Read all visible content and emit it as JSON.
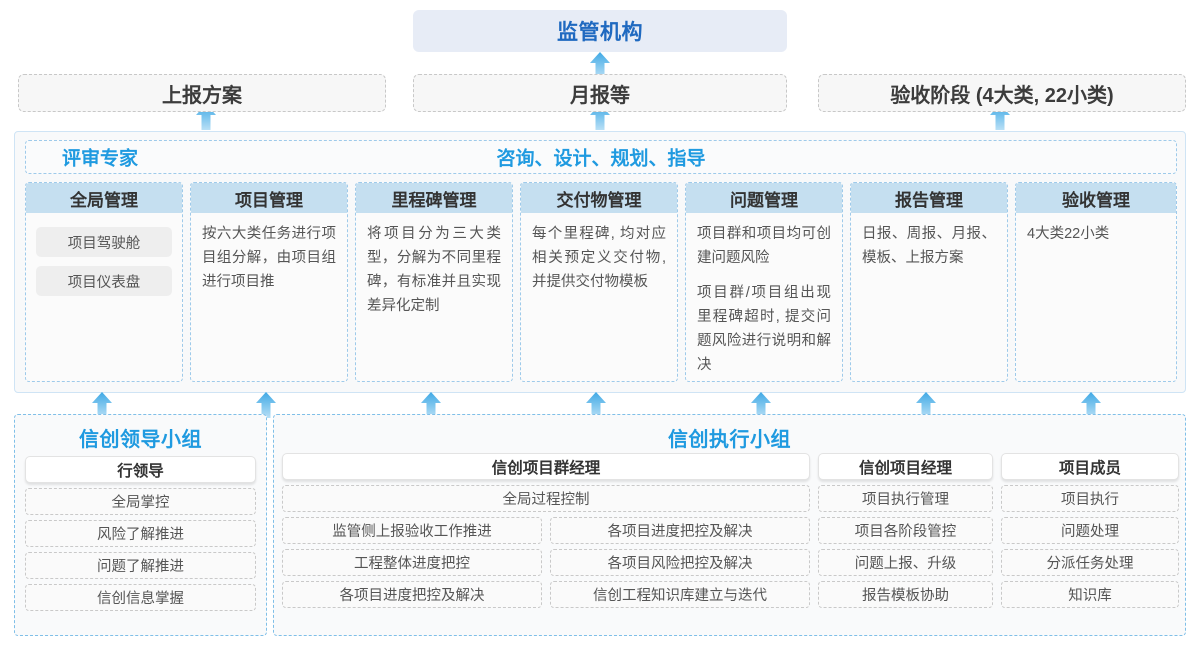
{
  "top": {
    "regulator": "监管机构",
    "deliverables": [
      {
        "label": "上报方案"
      },
      {
        "label": "月报等"
      },
      {
        "label": "验收阶段 (4大类, 22小类)"
      }
    ]
  },
  "middle": {
    "header_left": "评审专家",
    "header_center": "咨询、设计、规划、指导",
    "columns": [
      {
        "title": "全局管理",
        "pills": [
          "项目驾驶舱",
          "项目仪表盘"
        ],
        "paragraphs": []
      },
      {
        "title": "项目管理",
        "pills": [],
        "paragraphs": [
          "按六大类任务进行项目组分解，由项目组进行项目推"
        ]
      },
      {
        "title": "里程碑管理",
        "pills": [],
        "paragraphs": [
          "将项目分为三大类型，分解为不同里程碑，有标准并且实现差异化定制"
        ]
      },
      {
        "title": "交付物管理",
        "pills": [],
        "paragraphs": [
          "每个里程碑, 均对应相关预定义交付物, 并提供交付物模板"
        ]
      },
      {
        "title": "问题管理",
        "pills": [],
        "paragraphs": [
          "项目群和项目均可创建问题风险",
          "项目群/项目组出现里程碑超时, 提交问题风险进行说明和解决"
        ]
      },
      {
        "title": "报告管理",
        "pills": [],
        "paragraphs": [
          "日报、周报、月报、模板、上报方案"
        ]
      },
      {
        "title": "验收管理",
        "pills": [],
        "paragraphs": [
          "4大类22小类"
        ]
      }
    ]
  },
  "bottom": {
    "leading_group": {
      "title": "信创领导小组",
      "role": "行领导",
      "items": [
        "全局掌控",
        "风险了解推进",
        "问题了解推进",
        "信创信息掌握"
      ]
    },
    "execution_group": {
      "title": "信创执行小组",
      "program_manager": {
        "role": "信创项目群经理",
        "full_width_item": "全局过程控制",
        "left_items": [
          "监管侧上报验收工作推进",
          "工程整体进度把控",
          "各项目进度把控及解决"
        ],
        "right_items": [
          "各项目进度把控及解决",
          "各项目风险把控及解决",
          "信创工程知识库建立与迭代"
        ]
      },
      "project_manager": {
        "role": "信创项目经理",
        "items": [
          "项目执行管理",
          "项目各阶段管控",
          "问题上报、升级",
          "报告模板协助"
        ]
      },
      "project_member": {
        "role": "项目成员",
        "items": [
          "项目执行",
          "问题处理",
          "分派任务处理",
          "知识库"
        ]
      }
    }
  },
  "colors": {
    "accent_blue": "#1f9ae0",
    "title_blue": "#1f69c0",
    "header_fill": "#c5dff0",
    "top_fill": "#e7ecf6"
  }
}
